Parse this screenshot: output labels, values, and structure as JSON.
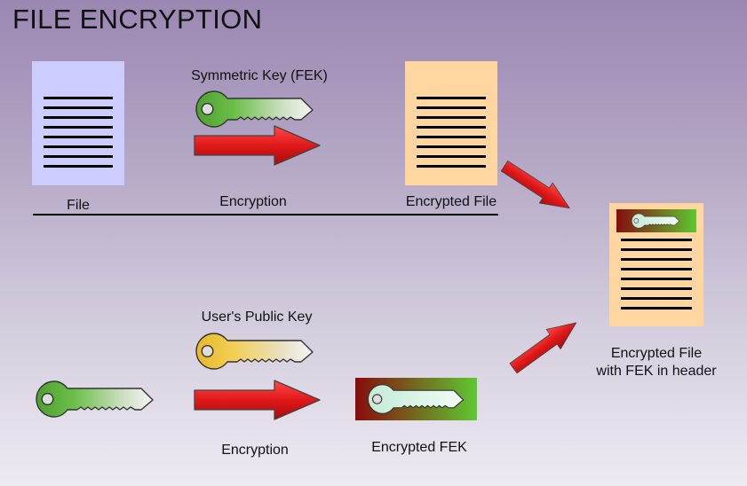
{
  "title": "FILE ENCRYPTION",
  "labels": {
    "symmetric_key": "Symmetric Key (FEK)",
    "file": "File",
    "encryption_top": "Encryption",
    "encrypted_file": "Encrypted File",
    "users_public_key": "User's Public Key",
    "encryption_bottom": "Encryption",
    "encrypted_fek": "Encrypted FEK",
    "encrypted_file_with_fek_line1": "Encrypted File",
    "encrypted_file_with_fek_line2": "with FEK in header"
  },
  "colors": {
    "file_doc": "#ccccff",
    "encrypted_doc": "#ffd6a0",
    "green_key": "#5aa23c",
    "yellow_key": "#f0c840",
    "arrow_red": "#e01818",
    "dark_red": "#880e0e",
    "bright_green": "#5ec832"
  },
  "icons": {
    "plain_document": "document-icon",
    "encrypted_document": "encrypted-document-icon",
    "symmetric_key": "green-key-icon",
    "public_key": "yellow-key-icon",
    "fek_key": "green-key-icon",
    "encrypted_fek": "encrypted-key-icon"
  }
}
